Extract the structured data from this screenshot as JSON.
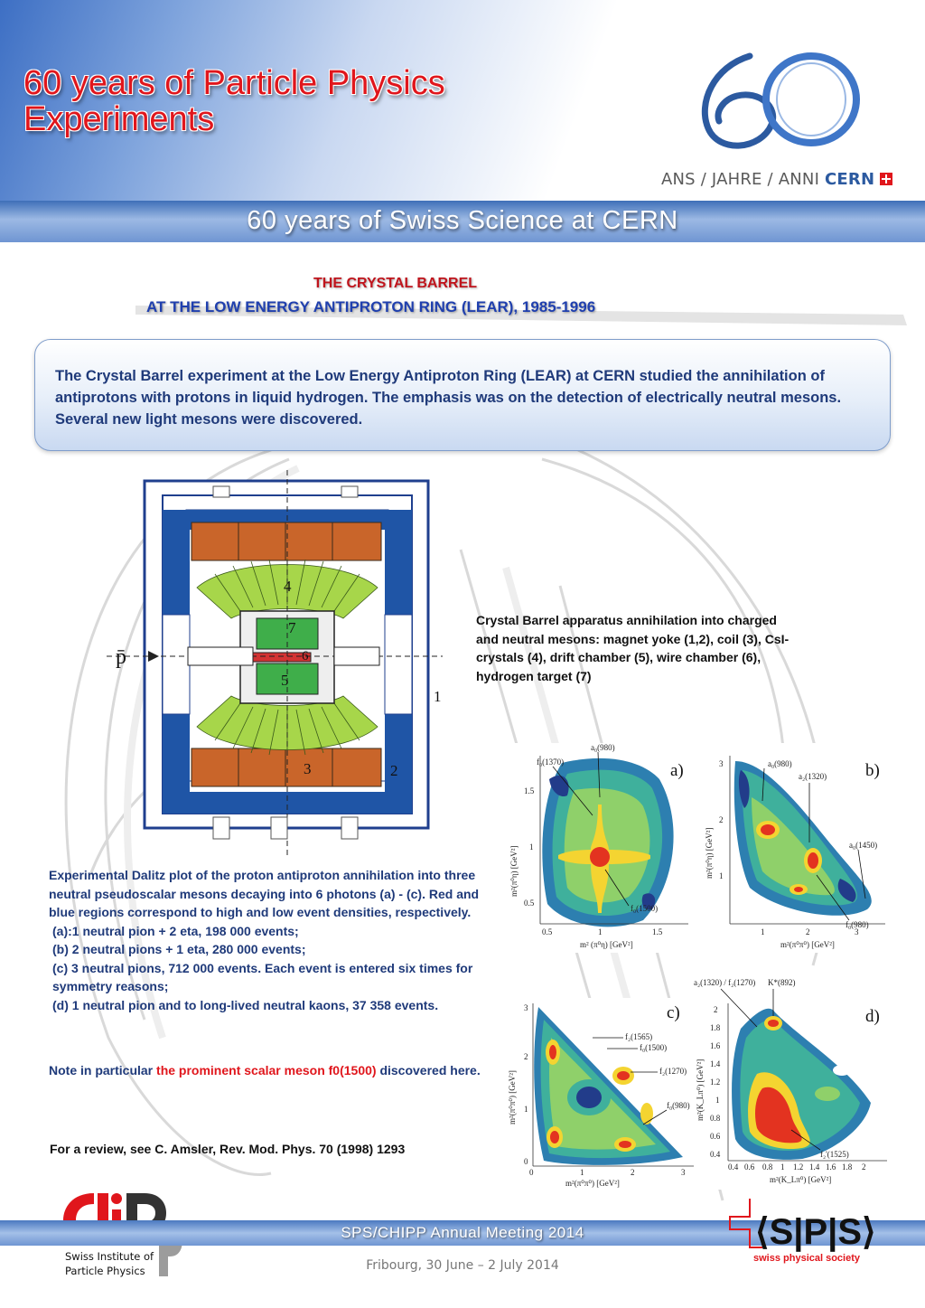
{
  "header": {
    "title_line1": "60 years of Particle Physics",
    "title_line2": "Experiments",
    "tagline_prefix": "ANS / JAHRE / ANNI",
    "tagline_brand": "CERN",
    "band_title": "60 years of Swiss Science at CERN"
  },
  "section": {
    "title_line1": "THE CRYSTAL BARREL",
    "title_line2": "AT THE LOW ENERGY ANTIPROTON RING (LEAR),  1985-1996"
  },
  "intro": "The Crystal Barrel experiment at the Low Energy Antiproton Ring (LEAR) at CERN studied the annihilation of antiprotons with protons in liquid hydrogen. The emphasis was on the detection of electrically neutral mesons. Several new light mesons were discovered.",
  "diagram": {
    "beam_label": "p̄",
    "labels": [
      "1",
      "2",
      "3",
      "4",
      "5",
      "6",
      "7"
    ]
  },
  "apparatus_caption": "Crystal Barrel apparatus annihilation into charged and neutral mesons: magnet yoke (1,2), coil (3), CsI-crystals (4), drift chamber (5), wire chamber (6), hydrogen target (7)",
  "dalitz_caption": {
    "lines": [
      "Experimental Dalitz plot of the proton antiproton annihilation into three neutral pseudoscalar mesons decaying into 6 photons (a) - (c). Red and blue regions correspond to high and low event densities, respectively.",
      " (a):1 neutral pion + 2 eta, 198 000 events;",
      " (b) 2 neutral pions + 1 eta, 280 000 events;",
      " (c) 3 neutral pions, 712 000 events. Each event is entered six times for symmetry reasons;",
      " (d) 1 neutral pion and to long-lived neutral kaons, 37 358 events."
    ]
  },
  "note": {
    "prefix": "Note in particular ",
    "highlight": "the prominent scalar meson f0(1500)",
    "suffix": " discovered here."
  },
  "review": "For a review, see C. Amsler, Rev. Mod. Phys. 70 (1998) 1293",
  "plots": {
    "a": {
      "panel": "a)",
      "ylabel": "m²(π⁰η) [GeV²]",
      "xlabel": "m² (π⁰η) [GeV²]",
      "xticks": [
        "0.5",
        "1",
        "1.5"
      ],
      "yticks": [
        "1.5",
        "1",
        "0.5"
      ],
      "annotations": [
        "a₀(980)",
        "f₀(1370)",
        "f₀(1500)"
      ]
    },
    "b": {
      "panel": "b)",
      "ylabel": "m²(π⁰η) [GeV²]",
      "xlabel": "m²(π⁰π⁰) [GeV²]",
      "xticks": [
        "1",
        "2",
        "3"
      ],
      "yticks": [
        "3",
        "2",
        "1"
      ],
      "annotations": [
        "a₀(980)",
        "a₂(1320)",
        "a₀(1450)",
        "f₀(980)"
      ]
    },
    "c": {
      "panel": "c)",
      "ylabel": "m²(π⁰π⁰) [GeV²]",
      "xlabel": "m²(π⁰π⁰) [GeV²]",
      "xticks": [
        "0",
        "1",
        "2",
        "3"
      ],
      "yticks": [
        "3",
        "2",
        "1",
        "0"
      ],
      "annotations": [
        "f₂(1565)",
        "f₀(1500)",
        "f₂(1270)",
        "f₀(980)"
      ]
    },
    "d": {
      "panel": "d)",
      "ylabel": "m²(K_Lπ⁰) [GeV²]",
      "xlabel": "m²(K_Lπ⁰) [GeV²]",
      "xticks": [
        "0.4",
        "0.6",
        "0.8",
        "1",
        "1.2",
        "1.4",
        "1.6",
        "1.8",
        "2"
      ],
      "yticks": [
        "2",
        "1.8",
        "1.6",
        "1.4",
        "1.2",
        "1",
        "0.8",
        "0.6",
        "0.4"
      ],
      "annotations": [
        "a₂(1320) / f₂(1270)",
        "K*(892)",
        "f₂'(1525)"
      ]
    }
  },
  "footer": {
    "band_title": "SPS/CHIPP Annual Meeting 2014",
    "date": "Fribourg, 30 June – 2 July 2014",
    "left_logo_name_line1": "Swiss Institute of",
    "left_logo_name_line2": "Particle Physics",
    "right_logo_mark": "⟨S|P|S⟩",
    "right_logo_name": "swiss physical society"
  },
  "colors": {
    "title_red": "#e0161c",
    "band_blue": "#4a78c0",
    "text_navy": "#1f3a7a",
    "section_blue": "#1f3fae"
  }
}
